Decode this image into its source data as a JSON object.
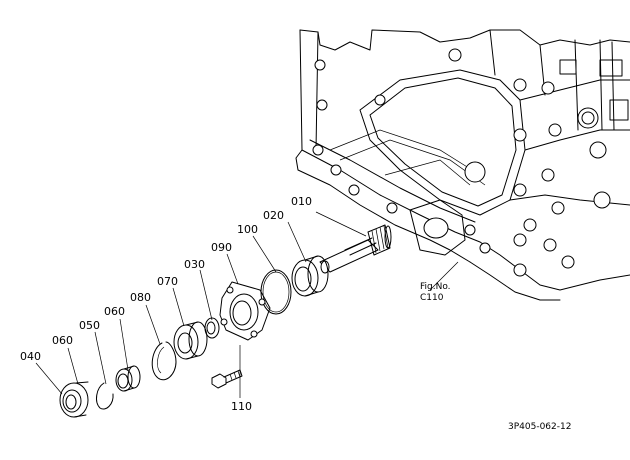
{
  "callouts": [
    {
      "id": "010",
      "text": "010"
    },
    {
      "id": "020",
      "text": "020"
    },
    {
      "id": "100",
      "text": "100"
    },
    {
      "id": "090",
      "text": "090"
    },
    {
      "id": "030",
      "text": "030"
    },
    {
      "id": "070",
      "text": "070"
    },
    {
      "id": "080",
      "text": "080"
    },
    {
      "id": "060a",
      "text": "060"
    },
    {
      "id": "050",
      "text": "050"
    },
    {
      "id": "060b",
      "text": "060"
    },
    {
      "id": "040",
      "text": "040"
    },
    {
      "id": "110",
      "text": "110"
    }
  ],
  "fig_reference": {
    "line1": "Fig.No.",
    "line2": "C110"
  },
  "drawing_code": "3P405-062-12"
}
